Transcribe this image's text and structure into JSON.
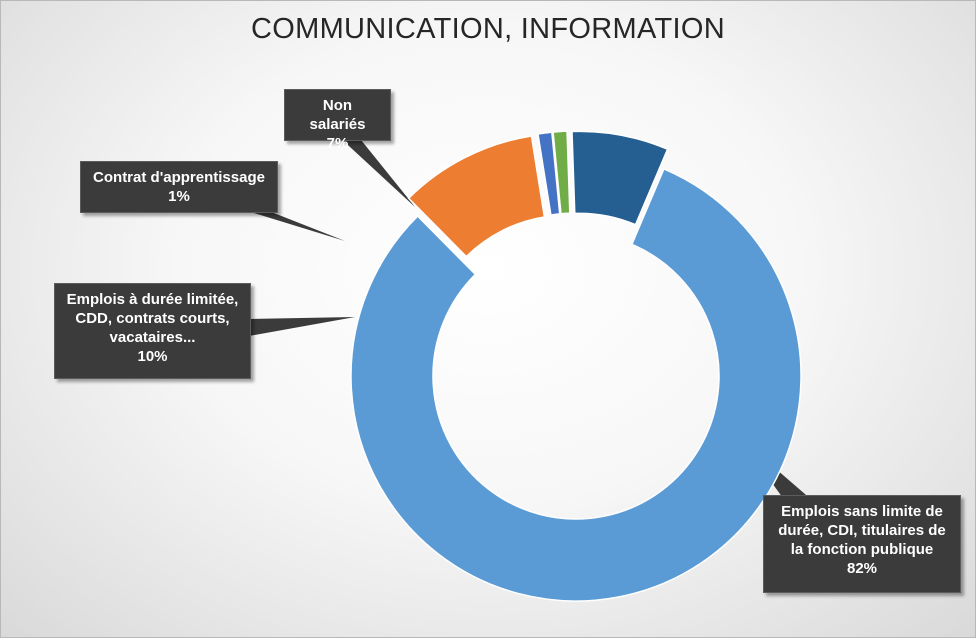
{
  "chart_data": {
    "type": "pie",
    "title": "COMMUNICATION, INFORMATION",
    "donut": true,
    "exploded": true,
    "slices": [
      {
        "label": "Emplois sans limite de durée, CDI, titulaires de la fonction publique",
        "value": 82,
        "value_label": "82%",
        "color": "#5b9bd5"
      },
      {
        "label": "Emplois à durée limitée, CDD, contrats courts, vacataires...",
        "value": 10,
        "value_label": "10%",
        "color": "#ed7d31"
      },
      {
        "label": "Contrat d'apprentissage",
        "value": 1,
        "value_label": "1%",
        "color": "#4472c4"
      },
      {
        "label": "",
        "value": 1,
        "value_label": "",
        "color": "#70ad47"
      },
      {
        "label": "Non salariés",
        "value": 7,
        "value_label": "7%",
        "color": "#255e91"
      }
    ]
  },
  "callouts": {
    "non_salaries": {
      "label": "Non salariés",
      "pct": "7%"
    },
    "apprentissage": {
      "label": "Contrat d'apprentissage",
      "pct": "1%"
    },
    "limitee": {
      "label": "Emplois à durée limitée, CDD, contrats courts, vacataires...",
      "pct": "10%"
    },
    "cdi": {
      "label": "Emplois sans limite de durée, CDI, titulaires de la fonction publique",
      "pct": "82%"
    }
  },
  "colors": {
    "callout_bg": "#3b3b3b",
    "callout_text": "#ffffff",
    "title": "#262626"
  }
}
